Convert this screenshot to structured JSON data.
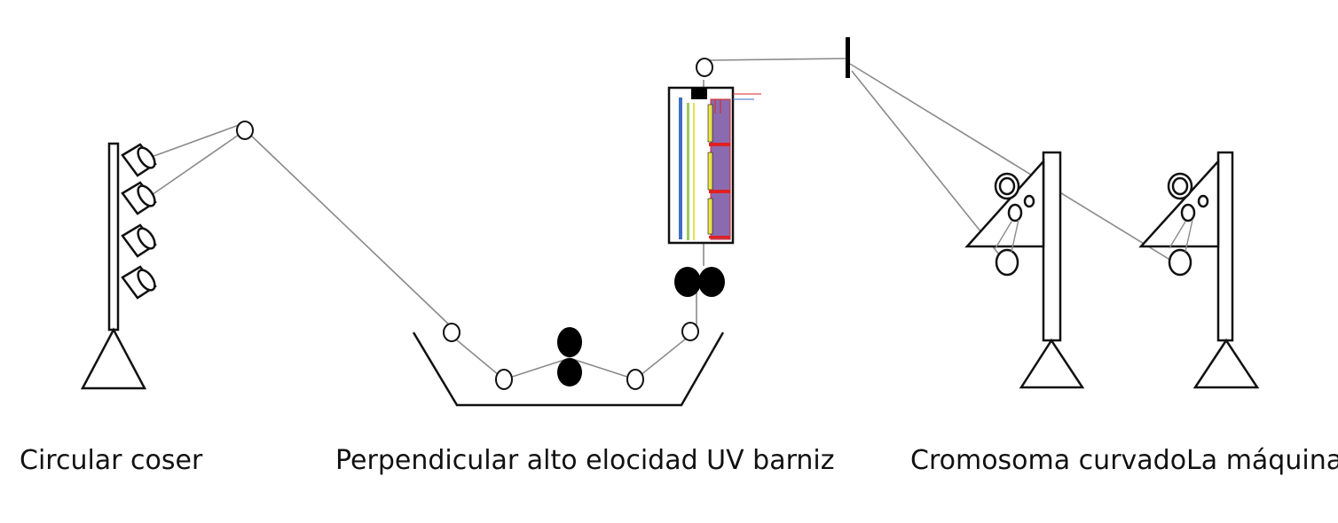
{
  "captions": {
    "left": "Circular coser",
    "middle": "Perpendicular alto elocidad UV barniz",
    "right": "Cromosoma curvadoLa máquina"
  },
  "colors": {
    "line": "#111111",
    "thread": "#8a8a8a",
    "uv_panel": "#8a6bb0",
    "uv_tube_yellow": "#e8e34a",
    "blue_bar": "#3a6fc4",
    "green_bar": "#9acd5a",
    "red_mark": "#e02020"
  }
}
